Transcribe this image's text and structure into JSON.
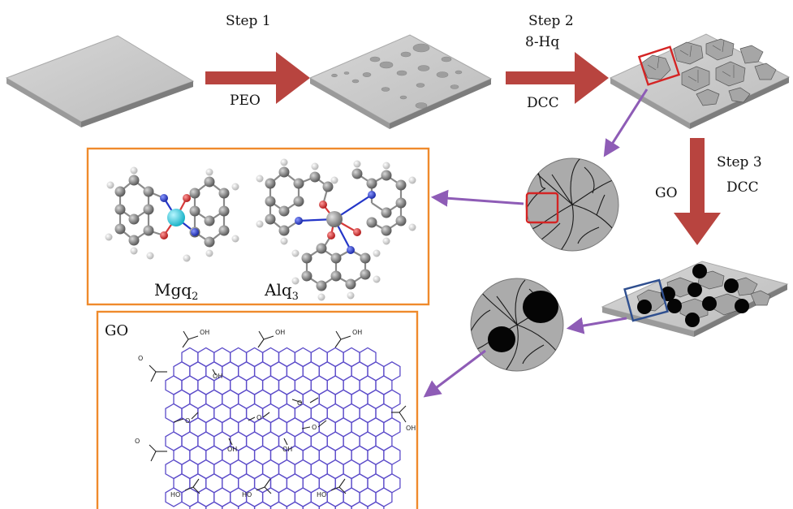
{
  "steps": {
    "step1": {
      "title": "Step 1",
      "reagent": "PEO"
    },
    "step2": {
      "title": "Step 2",
      "reagent_top": "8-Hq",
      "reagent_bottom": "DCC"
    },
    "step3": {
      "title": "Step 3",
      "reagent_left": "GO",
      "reagent_right": "DCC"
    }
  },
  "molecules": {
    "mgq2": {
      "base": "Mgq",
      "sub": "2"
    },
    "alq3": {
      "base": "Alq",
      "sub": "3"
    }
  },
  "go_panel": {
    "title": "GO",
    "groups": {
      "oh": "OH",
      "o": "O",
      "ho": "HO"
    }
  },
  "colors": {
    "arrow": "#b8443f",
    "purple_arrow": "#8e5cb6",
    "orange_frame": "#ef8a2c",
    "red_box": "#d42424",
    "blue_box": "#2f4f8f",
    "substrate_top": "#c9c9c9",
    "substrate_side": "#8f8f8f",
    "hex_lattice": "#5b4bc9",
    "mg_atom": "#3fd0e0",
    "al_atom": "#8c8c8c",
    "oxygen": "#d63a3a",
    "nitrogen": "#2436c8"
  }
}
